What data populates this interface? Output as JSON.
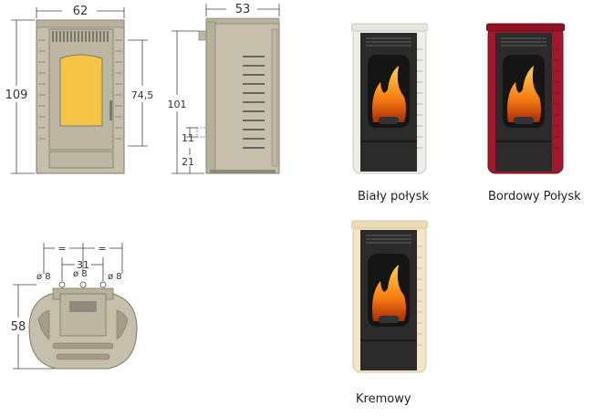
{
  "dimensions": {
    "front_width": "62",
    "front_height": "109",
    "front_glass_height": "74,5",
    "side_depth": "53",
    "side_height": "101",
    "side_pipe_offset": "11",
    "side_pipe_height": "21",
    "top_depth": "58",
    "top_center_spacing": "31",
    "top_sym_left": "=",
    "top_sym_right": "=",
    "pipe_left": "ø 8",
    "pipe_center": "ø 8",
    "pipe_right": "ø 8"
  },
  "variants": [
    {
      "label": "Biały połysk",
      "body_color": "#eceee8",
      "top_color": "#e4e6df"
    },
    {
      "label": "Bordowy Połysk",
      "body_color": "#a4182b",
      "top_color": "#8e1323"
    },
    {
      "label": "Kremowy",
      "body_color": "#f3e6c6",
      "top_color": "#ecdcb4"
    }
  ],
  "colors": {
    "drawing_body": "#c5c0ab",
    "drawing_line": "#7d796b",
    "drawing_glass": "#f6c447",
    "stove_black": "#2b2b2c"
  }
}
